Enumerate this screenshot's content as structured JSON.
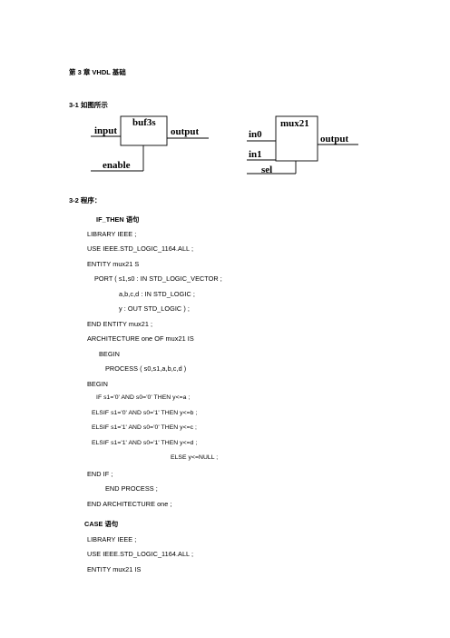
{
  "header": {
    "chapter_title": "第 3 章    VHDL 基础"
  },
  "section_3_1": {
    "label": "3-1    如图所示"
  },
  "diagram_buf3s": {
    "title": "buf3s",
    "input_label": "input",
    "output_label": "output",
    "enable_label": "enable"
  },
  "diagram_mux21": {
    "title": "mux21",
    "in0_label": "in0",
    "in1_label": "in1",
    "sel_label": "sel",
    "output_label": "output"
  },
  "section_3_2": {
    "label": "3-2        程序："
  },
  "code_if_then": {
    "heading": "IF_THEN 语句",
    "lines": [
      "LIBRARY    IEEE ;",
      "USE    IEEE.STD_LOGIC_1164.ALL ;",
      "ENTITY    mux21    S",
      "PORT ( s1,s0 : IN STD_LOGIC_VECTOR ;",
      "a,b,c,d : IN STD_LOGIC ;",
      "y : OUT STD_LOGIC ) ;",
      "END    ENTITY    mux21 ;",
      "ARCHITECTURE    one    OF    mux21    IS",
      "BEGIN",
      "PROCESS ( s0,s1,a,b,c,d )",
      "BEGIN",
      "IF s1='0' AND s0='0' THEN y<=a ;",
      "ELSIF s1='0' AND s0='1' THEN y<=b ;",
      "ELSIF s1='1' AND s0='0' THEN y<=c ;",
      "ELSIF s1='1' AND s0='1' THEN y<=d ;",
      "ELSE y<=NULL ;",
      "END IF ;",
      "END    PROCESS ;",
      "END    ARCHITECTURE    one ;"
    ]
  },
  "code_case": {
    "heading": "CASE 语句",
    "lines": [
      "LIBRARY    IEEE ;",
      "USE    IEEE.STD_LOGIC_1164.ALL ;",
      "ENTITY    mux21    IS"
    ]
  }
}
